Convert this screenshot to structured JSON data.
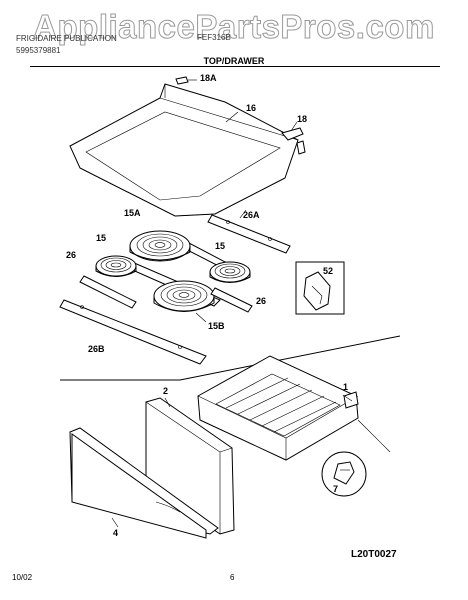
{
  "watermark": "AppliancePartsPros.com",
  "header": {
    "line1": "FRIGIDAIRE PUBLICATION",
    "publication_number": "5995379881",
    "model": "FEF316B",
    "section_title": "TOP/DRAWER"
  },
  "parts": {
    "p16": "16",
    "p18": "18",
    "p18A": "18A",
    "p15A": "15A",
    "p26A": "26A",
    "p15_left": "15",
    "p15_right": "15",
    "p26_left": "26",
    "p26_right": "26",
    "p52": "52",
    "p15B": "15B",
    "p26B": "26B",
    "p1": "1",
    "p2": "2",
    "p4": "4",
    "p7": "7"
  },
  "footer": {
    "date": "10/02",
    "page": "6",
    "drawing_code": "L20T0027"
  }
}
